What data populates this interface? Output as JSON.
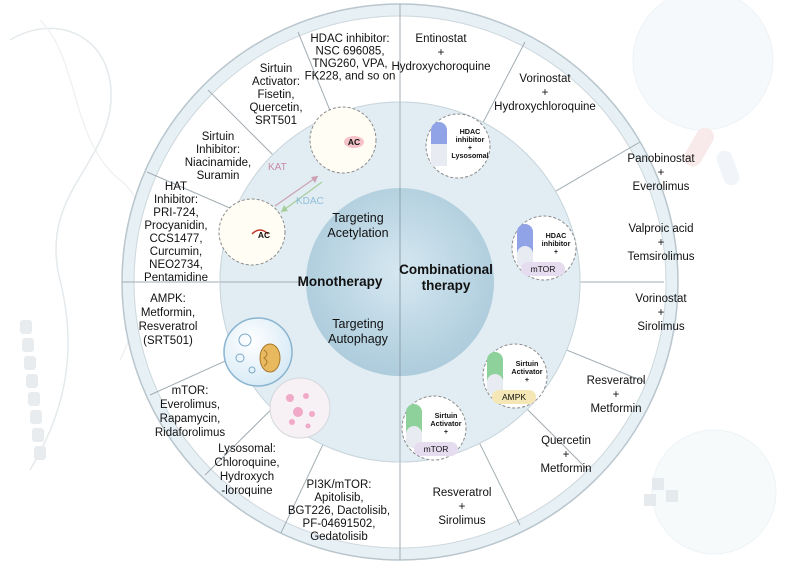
{
  "monotherapy": {
    "title": "Monotherapy",
    "acetylation_label": [
      "Targeting",
      "Acetylation"
    ],
    "autophagy_label": [
      "Targeting",
      "Autophagy"
    ],
    "kat_label": "KAT",
    "kdac_label": "KDAC",
    "ac_label": "AC",
    "acetylation_segments": [
      {
        "lines": [
          "HDAC inhibitor:",
          "NSC 696085,",
          "TNG260, VPA,",
          "FK228, and so on"
        ]
      },
      {
        "lines": [
          "Sirtuin",
          "Activator:",
          "Fisetin,",
          "Quercetin,",
          "SRT501"
        ]
      },
      {
        "lines": [
          "Sirtuin",
          "Inhibitor:",
          "Niacinamide,",
          "Suramin"
        ]
      },
      {
        "lines": [
          "HAT",
          "Inhibitor:",
          "PRI-724,",
          "Procyanidin,",
          "CCS1477,",
          "Curcumin,",
          "NEO2734,",
          "Pentamidine"
        ]
      }
    ],
    "autophagy_segments": [
      {
        "lines": [
          "AMPK:",
          "Metformin,",
          "Resveratrol",
          "(SRT501)"
        ]
      },
      {
        "lines": [
          "mTOR:",
          "Everolimus,",
          "Rapamycin,",
          "Ridaforolimus"
        ]
      },
      {
        "lines": [
          "Lysosomal:",
          "Chloroquine,",
          "Hydroxych",
          "-loroquine"
        ]
      },
      {
        "lines": [
          "PI3K/mTOR:",
          "Apitolisib,",
          "BGT226, Dactolisib,",
          "PF-04691502,",
          "Gedatolisib"
        ]
      }
    ]
  },
  "combination": {
    "title": [
      "Combinational",
      "therapy"
    ],
    "segments": [
      {
        "lines": [
          "Entinostat",
          "+",
          "Hydroxychoroquine"
        ]
      },
      {
        "lines": [
          "Vorinostat",
          "+",
          "Hydroxychloroquine"
        ]
      },
      {
        "lines": [
          "Panobinostat",
          "+",
          "Everolimus"
        ]
      },
      {
        "lines": [
          "Valproic acid",
          "+",
          "Temsirolimus"
        ]
      },
      {
        "lines": [
          "Vorinostat",
          "+",
          "Sirolimus"
        ]
      },
      {
        "lines": [
          "Resveratrol",
          "+",
          "Metformin"
        ]
      },
      {
        "lines": [
          "Quercetin",
          "+",
          "Metformin"
        ]
      },
      {
        "lines": [
          "Resveratrol",
          "+",
          "Sirolimus"
        ]
      }
    ],
    "pills": [
      {
        "lines": [
          "HDAC",
          "inhibitor",
          "+",
          "Lysosomal"
        ],
        "badge": ""
      },
      {
        "lines": [
          "HDAC",
          "inhibitor",
          "+"
        ],
        "badge": "mTOR"
      },
      {
        "lines": [
          "Sirtuin",
          "Activator",
          "+"
        ],
        "badge": "AMPK"
      },
      {
        "lines": [
          "Sirtuin",
          "Activator",
          "+"
        ],
        "badge": "mTOR"
      }
    ]
  },
  "colors": {
    "outer_ring": "#e3eef4",
    "inner_ring": "#d7e7ef",
    "core": "#b7d3e2",
    "divider": "#9aa7ae",
    "cell_yellow": "#f7d34a",
    "pill_blue": "#8fa3e6",
    "pill_green": "#8fd19a",
    "badge_purple": "#e6dcf0",
    "badge_yellow": "#f5e7b5"
  }
}
